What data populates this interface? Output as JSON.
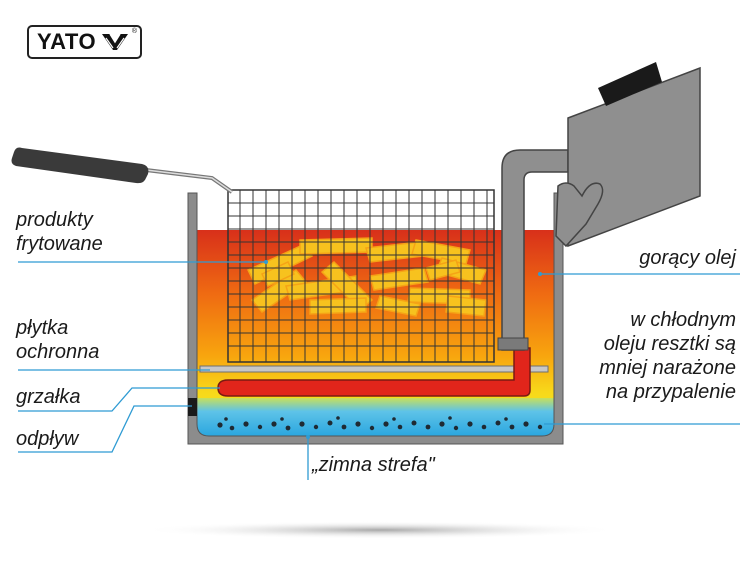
{
  "brand": {
    "name": "YATO",
    "registered": "®"
  },
  "labels": {
    "products_line1": "produkty",
    "products_line2": "frytowane",
    "plate_line1": "płytka",
    "plate_line2": "ochronna",
    "heater": "grzałka",
    "drain": "odpływ",
    "hot_oil": "gorący olej",
    "cool_line1": "w chłodnym",
    "cool_line2": "oleju resztki są",
    "cool_line3": "mniej narażone",
    "cool_line4": "na przypalenie",
    "cold_zone": "„zimna strefa\""
  },
  "colors": {
    "oil_top": "#e23a12",
    "oil_mid": "#f59a0c",
    "oil_bottom": "#f7e01a",
    "cold_zone": "#39b3e6",
    "heater": "#e1251b",
    "fries": "#f7c21e",
    "tank": "#8c8c8c",
    "leader": "#2f9bd3",
    "handle": "#3a3a3a",
    "basket_grid": "#333333"
  }
}
